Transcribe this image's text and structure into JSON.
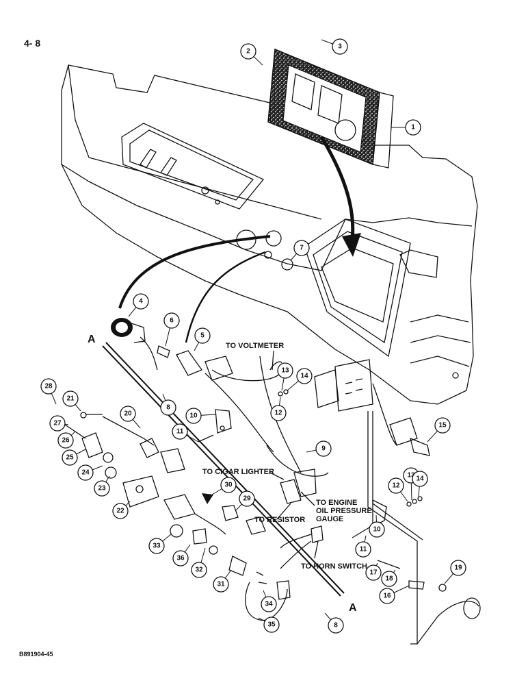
{
  "page_number": "4- 8",
  "figure_code": "B891904-45",
  "section_marks": [
    "A",
    "A"
  ],
  "callouts": [
    "1",
    "2",
    "3",
    "4",
    "5",
    "6",
    "7",
    "8",
    "8",
    "9",
    "10",
    "10",
    "11",
    "11",
    "12",
    "12",
    "13",
    "13",
    "14",
    "14",
    "15",
    "16",
    "17",
    "18",
    "19",
    "20",
    "21",
    "22",
    "23",
    "24",
    "25",
    "26",
    "27",
    "28",
    "29",
    "30",
    "31",
    "32",
    "33",
    "34",
    "35",
    "36"
  ],
  "labels": {
    "to_voltmeter": "TO VOLTMETER",
    "to_cigar_lighter": "TO CIGAR LIGHTER",
    "to_resistor": "TO RESISTOR",
    "to_engine_oil_1": "TO ENGINE",
    "to_engine_oil_2": "OIL PRESSURE",
    "to_engine_oil_3": "GAUGE",
    "to_horn_switch": "TO HORN SWITCH"
  }
}
